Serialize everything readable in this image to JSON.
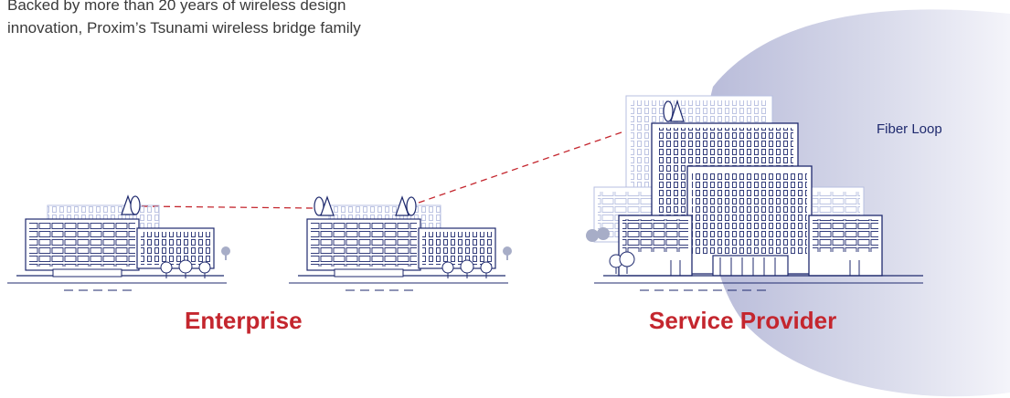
{
  "intro": {
    "line1": "Backed by more than 20 years of wireless design",
    "line2": "innovation, Proxim’s Tsunami wireless bridge family"
  },
  "labels": {
    "enterprise": "Enterprise",
    "service_provider": "Service Provider",
    "fiber_loop": "Fiber Loop"
  },
  "colors": {
    "label_red": "#c4262e",
    "building_navy": "#1f2a6e",
    "building_faint": "#b7bfe0",
    "link_red": "#c4262e",
    "fiber_disc": "#c9cbe2"
  },
  "icons": {
    "antenna": "dish-antenna-icon",
    "tree": "tree-icon"
  }
}
